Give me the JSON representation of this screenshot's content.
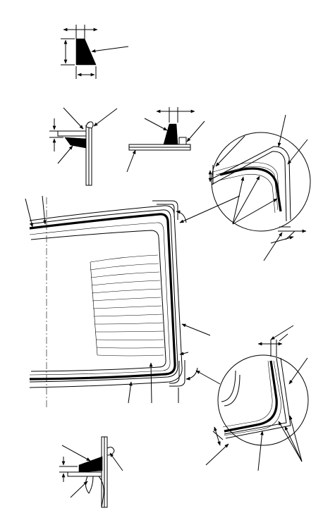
{
  "diagram": {
    "description_text": "",
    "views": [
      {
        "name": "sealant-bead-profile"
      },
      {
        "name": "molding-section-left"
      },
      {
        "name": "molding-section-center"
      },
      {
        "name": "upper-corner-detail"
      },
      {
        "name": "back-window-glass"
      },
      {
        "name": "lower-corner-detail"
      },
      {
        "name": "molding-section-bottom"
      }
    ],
    "colors": {
      "ink": "#000000",
      "paper": "#ffffff"
    }
  }
}
